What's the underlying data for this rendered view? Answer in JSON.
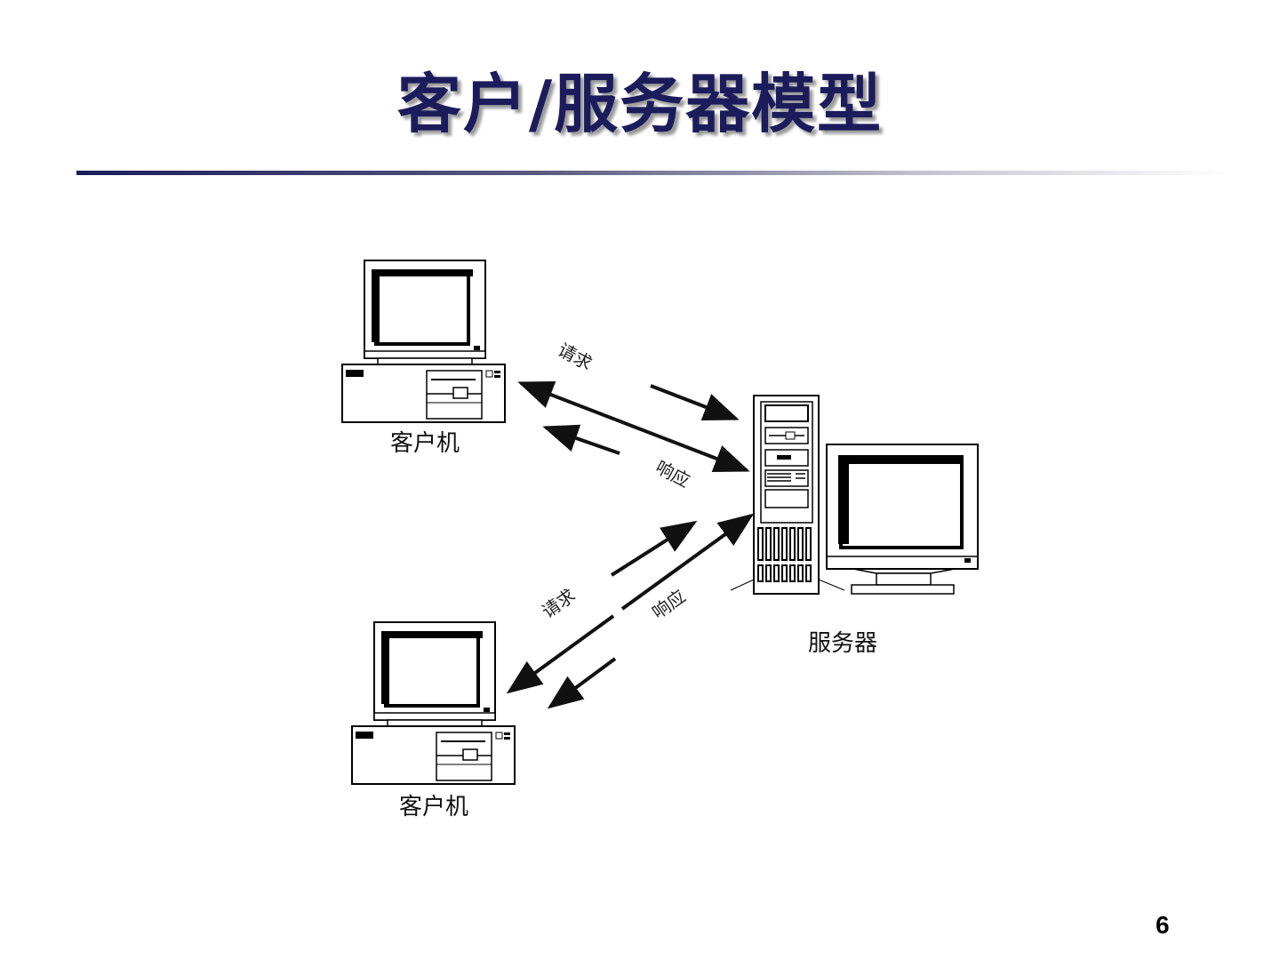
{
  "title": "客户/服务器模型",
  "page_number": "6",
  "diagram": {
    "client_top_label": "客户机",
    "client_bottom_label": "客户机",
    "server_label": "服务器",
    "arrow_labels": {
      "top_request": "请求",
      "top_response": "响应",
      "bottom_request": "请求",
      "bottom_response": "响应"
    }
  },
  "colors": {
    "title": "#1c1c5c",
    "rule": "#1c1c5c"
  }
}
